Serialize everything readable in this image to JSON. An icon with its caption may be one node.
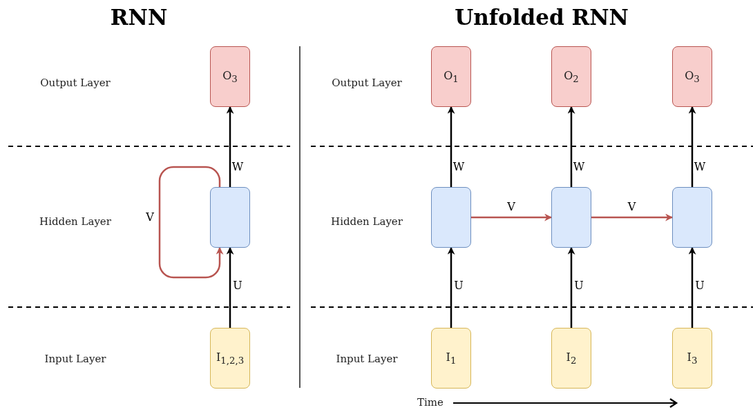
{
  "diagram": {
    "nodes": [
      {
        "text": [
          "O$_{3}$"
        ]
      },
      {
        "text": [],
        "shape": "box"
      },
      {
        "text": [
          "I$_{1,2,3}$"
        ]
      },
      {
        "text": [
          "O$_{1}$"
        ]
      },
      {
        "text": [
          "O$_{2}$"
        ]
      },
      {
        "text": [
          "O$_{3}$"
        ]
      },
      {
        "text": [],
        "shape": "box"
      },
      {
        "text": [],
        "shape": "box"
      },
      {
        "text": [],
        "shape": "box"
      },
      {
        "text": [
          "I$_{1}$"
        ]
      },
      {
        "text": [
          "I$_{2}$"
        ]
      },
      {
        "text": [
          "I$_{3}$"
        ]
      }
    ],
    "edges": [
      {
        "from": 2,
        "to": 1,
        "arrow": "to",
        "label": "U"
      },
      {
        "from": 1,
        "to": 0,
        "arrow": "to",
        "label": "W"
      },
      {
        "from": 1,
        "to": 1,
        "arrow": "to",
        "label": "V",
        "color": "#b85450"
      },
      {
        "from": 9,
        "to": 6,
        "arrow": "to",
        "label": "U"
      },
      {
        "from": 6,
        "to": 3,
        "arrow": "to",
        "label": "W"
      },
      {
        "from": 10,
        "to": 7,
        "arrow": "to",
        "label": "U"
      },
      {
        "from": 7,
        "to": 4,
        "arrow": "to",
        "label": "W"
      },
      {
        "from": 11,
        "to": 8,
        "arrow": "to",
        "label": "U"
      },
      {
        "from": 8,
        "to": 5,
        "arrow": "to",
        "label": "W"
      },
      {
        "from": 6,
        "to": 7,
        "arrow": "to",
        "label": "V",
        "color": "#b85450"
      },
      {
        "from": 7,
        "to": 8,
        "arrow": "to",
        "label": "V",
        "color": "#b85450"
      }
    ],
    "labels": [
      "RNN",
      "Unfolded RNN",
      "Output Layer",
      "Output Layer",
      "Hidden Layer",
      "Hidden Layer",
      "Input Layer",
      "Input Layer",
      "Time"
    ]
  }
}
